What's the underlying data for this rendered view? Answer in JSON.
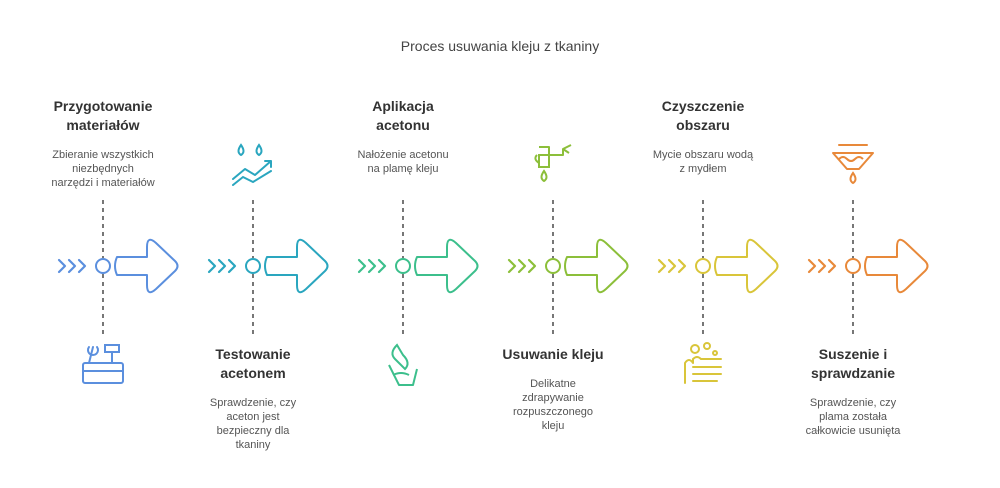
{
  "title": "Proces usuwania kleju z tkaniny",
  "steps": [
    {
      "title": "Przygotowanie materiałów",
      "description": "Zbieranie wszystkich niezbędnych narzędzi i materiałów",
      "color": "#5b8fde",
      "icon": "toolbox-icon",
      "text_position": "top",
      "lines": [
        "Przygotowanie",
        "materiałów"
      ],
      "desc_lines": [
        "Zbieranie wszystkich",
        "niezbędnych",
        "narzędzi i materiałów"
      ]
    },
    {
      "title": "Testowanie acetonem",
      "description": "Sprawdzenie, czy aceton jest bezpieczny dla tkaniny",
      "color": "#2aa6bf",
      "icon": "drops-chart-icon",
      "text_position": "bottom",
      "lines": [
        "Testowanie",
        "acetonem"
      ],
      "desc_lines": [
        "Sprawdzenie, czy",
        "aceton jest",
        "bezpieczny dla",
        "tkaniny"
      ]
    },
    {
      "title": "Aplikacja acetonu",
      "description": "Nałożenie acetonu na plamę kleju",
      "color": "#3cbf8c",
      "icon": "pour-bottle-icon",
      "text_position": "top",
      "lines": [
        "Aplikacja",
        "acetonu"
      ],
      "desc_lines": [
        "Nałożenie acetonu",
        "na plamę kleju"
      ]
    },
    {
      "title": "Usuwanie kleju",
      "description": "Delikatne zdrapywanie rozpuszczonego kleju",
      "color": "#8cbf3a",
      "icon": "faucet-icon",
      "text_position": "bottom",
      "lines": [
        "Usuwanie kleju"
      ],
      "desc_lines": [
        "Delikatne",
        "zdrapywanie",
        "rozpuszczonego",
        "kleju"
      ]
    },
    {
      "title": "Czyszczenie obszaru",
      "description": "Mycie obszaru wodą z mydłem",
      "color": "#d9c53a",
      "icon": "washing-hands-icon",
      "text_position": "top",
      "lines": [
        "Czyszczenie",
        "obszaru"
      ],
      "desc_lines": [
        "Mycie obszaru wodą",
        "z mydłem"
      ]
    },
    {
      "title": "Suszenie i sprawdzanie",
      "description": "Sprawdzenie, czy plama została całkowicie usunięta",
      "color": "#e8893a",
      "icon": "drying-funnel-icon",
      "text_position": "bottom",
      "lines": [
        "Suszenie i",
        "sprawdzanie"
      ],
      "desc_lines": [
        "Sprawdzenie, czy",
        "plama została",
        "całkowicie usunięta"
      ]
    }
  ]
}
